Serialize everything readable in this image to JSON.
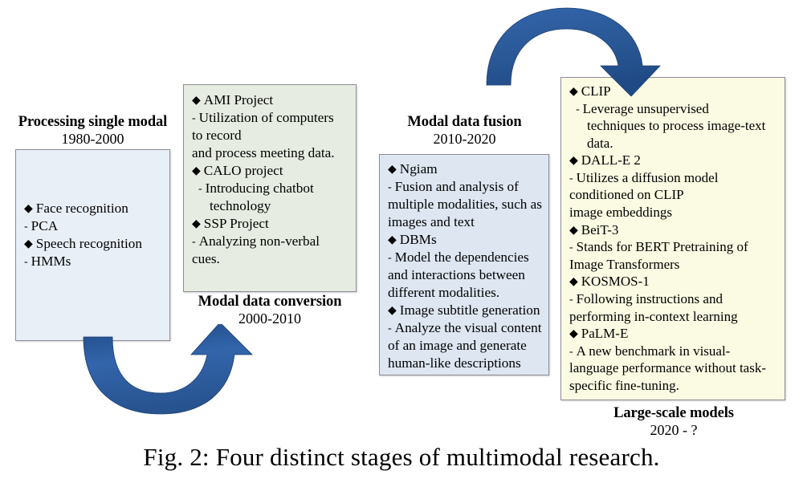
{
  "figure": {
    "caption": "Fig. 2: Four distinct stages of multimodal research.",
    "background": "#ffffff",
    "arrow_color": "#2e5b9a"
  },
  "stages": [
    {
      "key": "single_modal",
      "title": "Processing single modal",
      "years": "1980-2000",
      "box_color": "#e9eff7",
      "entries": [
        {
          "marker": "◆",
          "text": "Face recognition"
        },
        {
          "marker": "-",
          "text": "PCA"
        },
        {
          "marker": "◆",
          "text": "Speech recognition"
        },
        {
          "marker": "-",
          "text": "HMMs"
        }
      ]
    },
    {
      "key": "modal_conversion",
      "title": "Modal data conversion",
      "years": "2000-2010",
      "box_color": "#e6ece1",
      "entries": [
        {
          "marker": "◆",
          "text": "AMI Project"
        },
        {
          "marker": "-",
          "text": "Utilization of computers\nto record\nand process meeting data."
        },
        {
          "marker": "◆",
          "text": "CALO project"
        },
        {
          "marker": "-",
          "text": "Introducing chatbot\ntechnology",
          "indent": true
        },
        {
          "marker": "◆",
          "text": "SSP Project"
        },
        {
          "marker": "-",
          "text": "Analyzing non-verbal\ncues."
        }
      ]
    },
    {
      "key": "modal_fusion",
      "title": "Modal data fusion",
      "years": "2010-2020",
      "box_color": "#dde6f1",
      "entries": [
        {
          "marker": "◆",
          "text": "Ngiam"
        },
        {
          "marker": "-",
          "text": "Fusion and analysis of\nmultiple modalities, such as\nimages and text"
        },
        {
          "marker": "◆",
          "text": "DBMs"
        },
        {
          "marker": "-",
          "text": "Model the dependencies\nand interactions between\ndifferent modalities."
        },
        {
          "marker": "◆",
          "text": "Image subtitle generation"
        },
        {
          "marker": "-",
          "text": "Analyze the visual content\nof an image and generate\nhuman-like descriptions"
        }
      ]
    },
    {
      "key": "large_scale",
      "title": "Large-scale models",
      "years": "2020 - ?",
      "box_color": "#fbfbe3",
      "entries": [
        {
          "marker": "◆",
          "text": "CLIP"
        },
        {
          "marker": "-",
          "text": "Leverage unsupervised\ntechniques to process image-text\ndata.",
          "indent": true
        },
        {
          "marker": "◆",
          "text": "DALL-E 2"
        },
        {
          "marker": "-",
          "text": "Utilizes a diffusion model\nconditioned on CLIP\nimage embeddings"
        },
        {
          "marker": "◆",
          "text": "BeiT-3"
        },
        {
          "marker": "-",
          "text": "Stands for BERT Pretraining of\nImage Transformers"
        },
        {
          "marker": "◆",
          "text": "KOSMOS-1"
        },
        {
          "marker": "-",
          "text": "Following instructions and\nperforming in-context learning"
        },
        {
          "marker": "◆",
          "text": "PaLM-E"
        },
        {
          "marker": "-",
          "text": "A new benchmark in visual-\nlanguage performance without task-\nspecific fine-tuning."
        }
      ]
    }
  ],
  "arrows": [
    {
      "key": "lower",
      "from": "single_modal",
      "to": "modal_conversion",
      "shape": "u-curve-up-right"
    },
    {
      "key": "upper",
      "from": "modal_fusion",
      "to": "large_scale",
      "shape": "arc-over-down-right"
    }
  ]
}
